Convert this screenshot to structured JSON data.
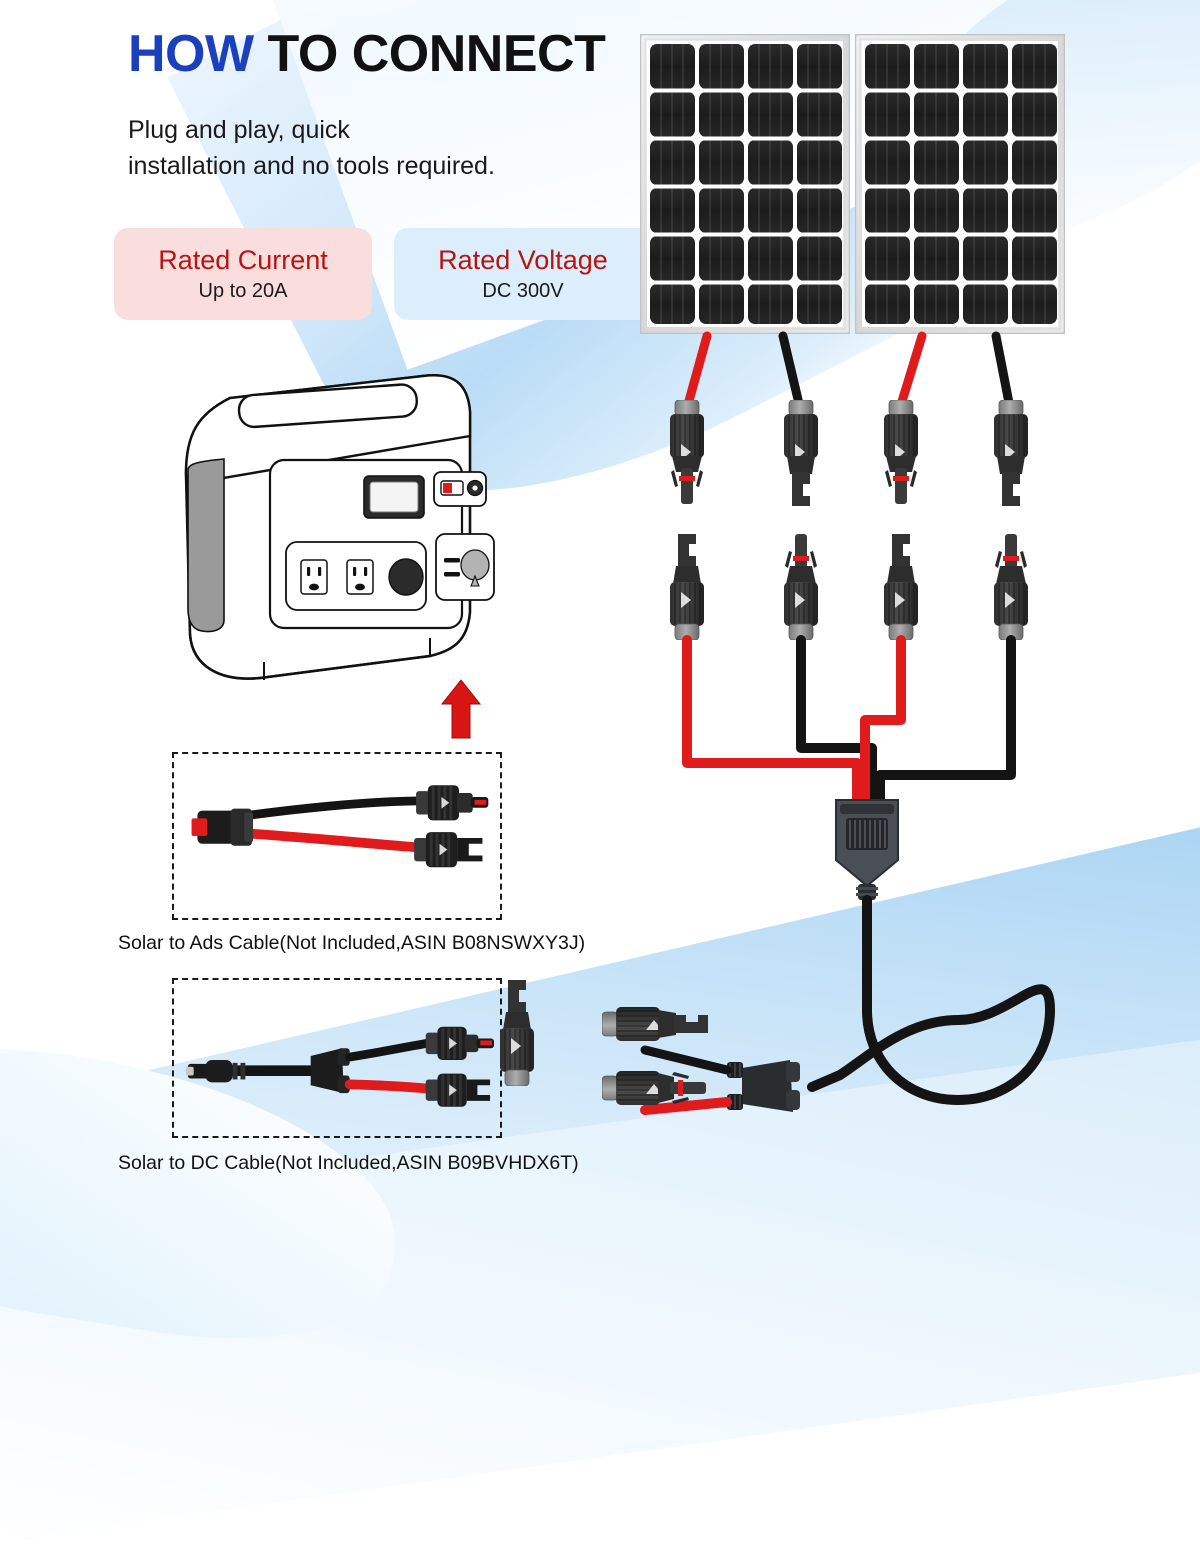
{
  "headline": {
    "part1": "HOW ",
    "part2": "TO CONNECT",
    "accent_color": "#1a3fbf",
    "text_color": "#111111"
  },
  "subtitle": {
    "line1": "Plug and play, quick",
    "line2": "installation and no tools required."
  },
  "badges": [
    {
      "name": "rated-current",
      "title": "Rated Current",
      "value": "Up to 20A",
      "bg": "#fadedd",
      "title_color": "#b91414"
    },
    {
      "name": "rated-voltage",
      "title": "Rated Voltage",
      "value": "DC 300V",
      "bg": "#dceefb",
      "title_color": "#b91414"
    }
  ],
  "captions": {
    "ads_cable": "Solar to Ads Cable(Not Included,ASIN B08NSWXY3J)",
    "dc_cable": "Solar to DC Cable(Not Included,ASIN B09BVHDX6T)"
  },
  "diagram": {
    "solar_panels": [
      {
        "name": "solar-panel-left",
        "cell_cols": 4,
        "cell_rows": 6
      },
      {
        "name": "solar-panel-right",
        "cell_cols": 4,
        "cell_rows": 6
      }
    ],
    "wire_colors": {
      "positive": "#e01b1b",
      "negative": "#111111"
    },
    "mc4_connector_count": 8,
    "junction_block": "combiner-junction-block",
    "power_station": {
      "outlets": 2,
      "has_display": true,
      "has_power_switch": true,
      "has_dc_port": true,
      "has_usb_ports": true
    },
    "arrow": {
      "name": "connect-direction-arrow",
      "color": "#d81515",
      "direction": "up"
    }
  }
}
